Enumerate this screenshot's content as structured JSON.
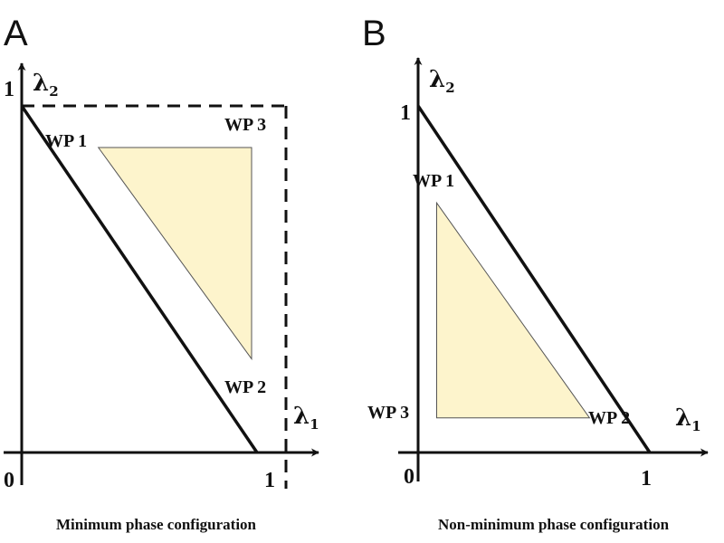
{
  "panels": [
    {
      "letter": "A",
      "caption": "Minimum phase configuration",
      "origin_label": "0",
      "x_tick_label": "1",
      "y_tick_label": "1",
      "x_axis": {
        "symbol": "λ",
        "subscript": "1"
      },
      "y_axis": {
        "symbol": "λ",
        "subscript": "2"
      },
      "working_points": [
        {
          "label": "WP 1",
          "lambda1": 0.29,
          "lambda2": 0.88
        },
        {
          "label": "WP 2",
          "lambda1": 0.87,
          "lambda2": 0.27
        },
        {
          "label": "WP 3",
          "lambda1": 0.87,
          "lambda2": 0.88
        }
      ]
    },
    {
      "letter": "B",
      "caption": "Non-minimum phase configuration",
      "origin_label": "0",
      "x_tick_label": "1",
      "y_tick_label": "1",
      "x_axis": {
        "symbol": "λ",
        "subscript": "1"
      },
      "y_axis": {
        "symbol": "λ",
        "subscript": "2"
      },
      "working_points": [
        {
          "label": "WP 1",
          "lambda1": 0.08,
          "lambda2": 0.72
        },
        {
          "label": "WP 2",
          "lambda1": 0.74,
          "lambda2": 0.1
        },
        {
          "label": "WP 3",
          "lambda1": 0.08,
          "lambda2": 0.1
        }
      ]
    }
  ],
  "colors": {
    "region_fill": "#fdf4cc",
    "lines": "#111111"
  }
}
